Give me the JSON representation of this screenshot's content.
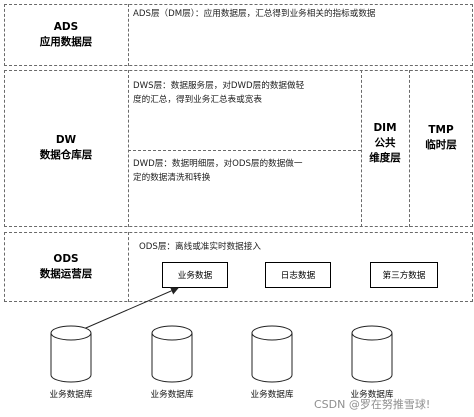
{
  "layers": {
    "ads": {
      "title": "ADS",
      "subtitle": "应用数据层",
      "desc": "ADS层（DM层）：应用数据层，汇总得到业务相关的指标或数据"
    },
    "dw": {
      "title": "DW",
      "subtitle": "数据仓库层",
      "dws_desc_1": "DWS层：数据服务层，对DWD层的数据做轻",
      "dws_desc_2": "度的汇总，得到业务汇总表或宽表",
      "dwd_desc_1": "DWD层：数据明细层，对ODS层的数据做一",
      "dwd_desc_2": "定的数据清洗和转换"
    },
    "dim": {
      "line1": "DIM",
      "line2": "公共",
      "line3": "维度层"
    },
    "tmp": {
      "line1": "TMP",
      "line2": "临时层"
    },
    "ods": {
      "title": "ODS",
      "subtitle": "数据运营层",
      "desc": "ODS层：离线或准实时数据接入",
      "sources": [
        "业务数据",
        "日志数据",
        "第三方数据"
      ]
    }
  },
  "databases": [
    "业务数据库",
    "业务数据库",
    "业务数据库",
    "业务数据库"
  ],
  "watermark": "CSDN @罗在努推雪球!"
}
